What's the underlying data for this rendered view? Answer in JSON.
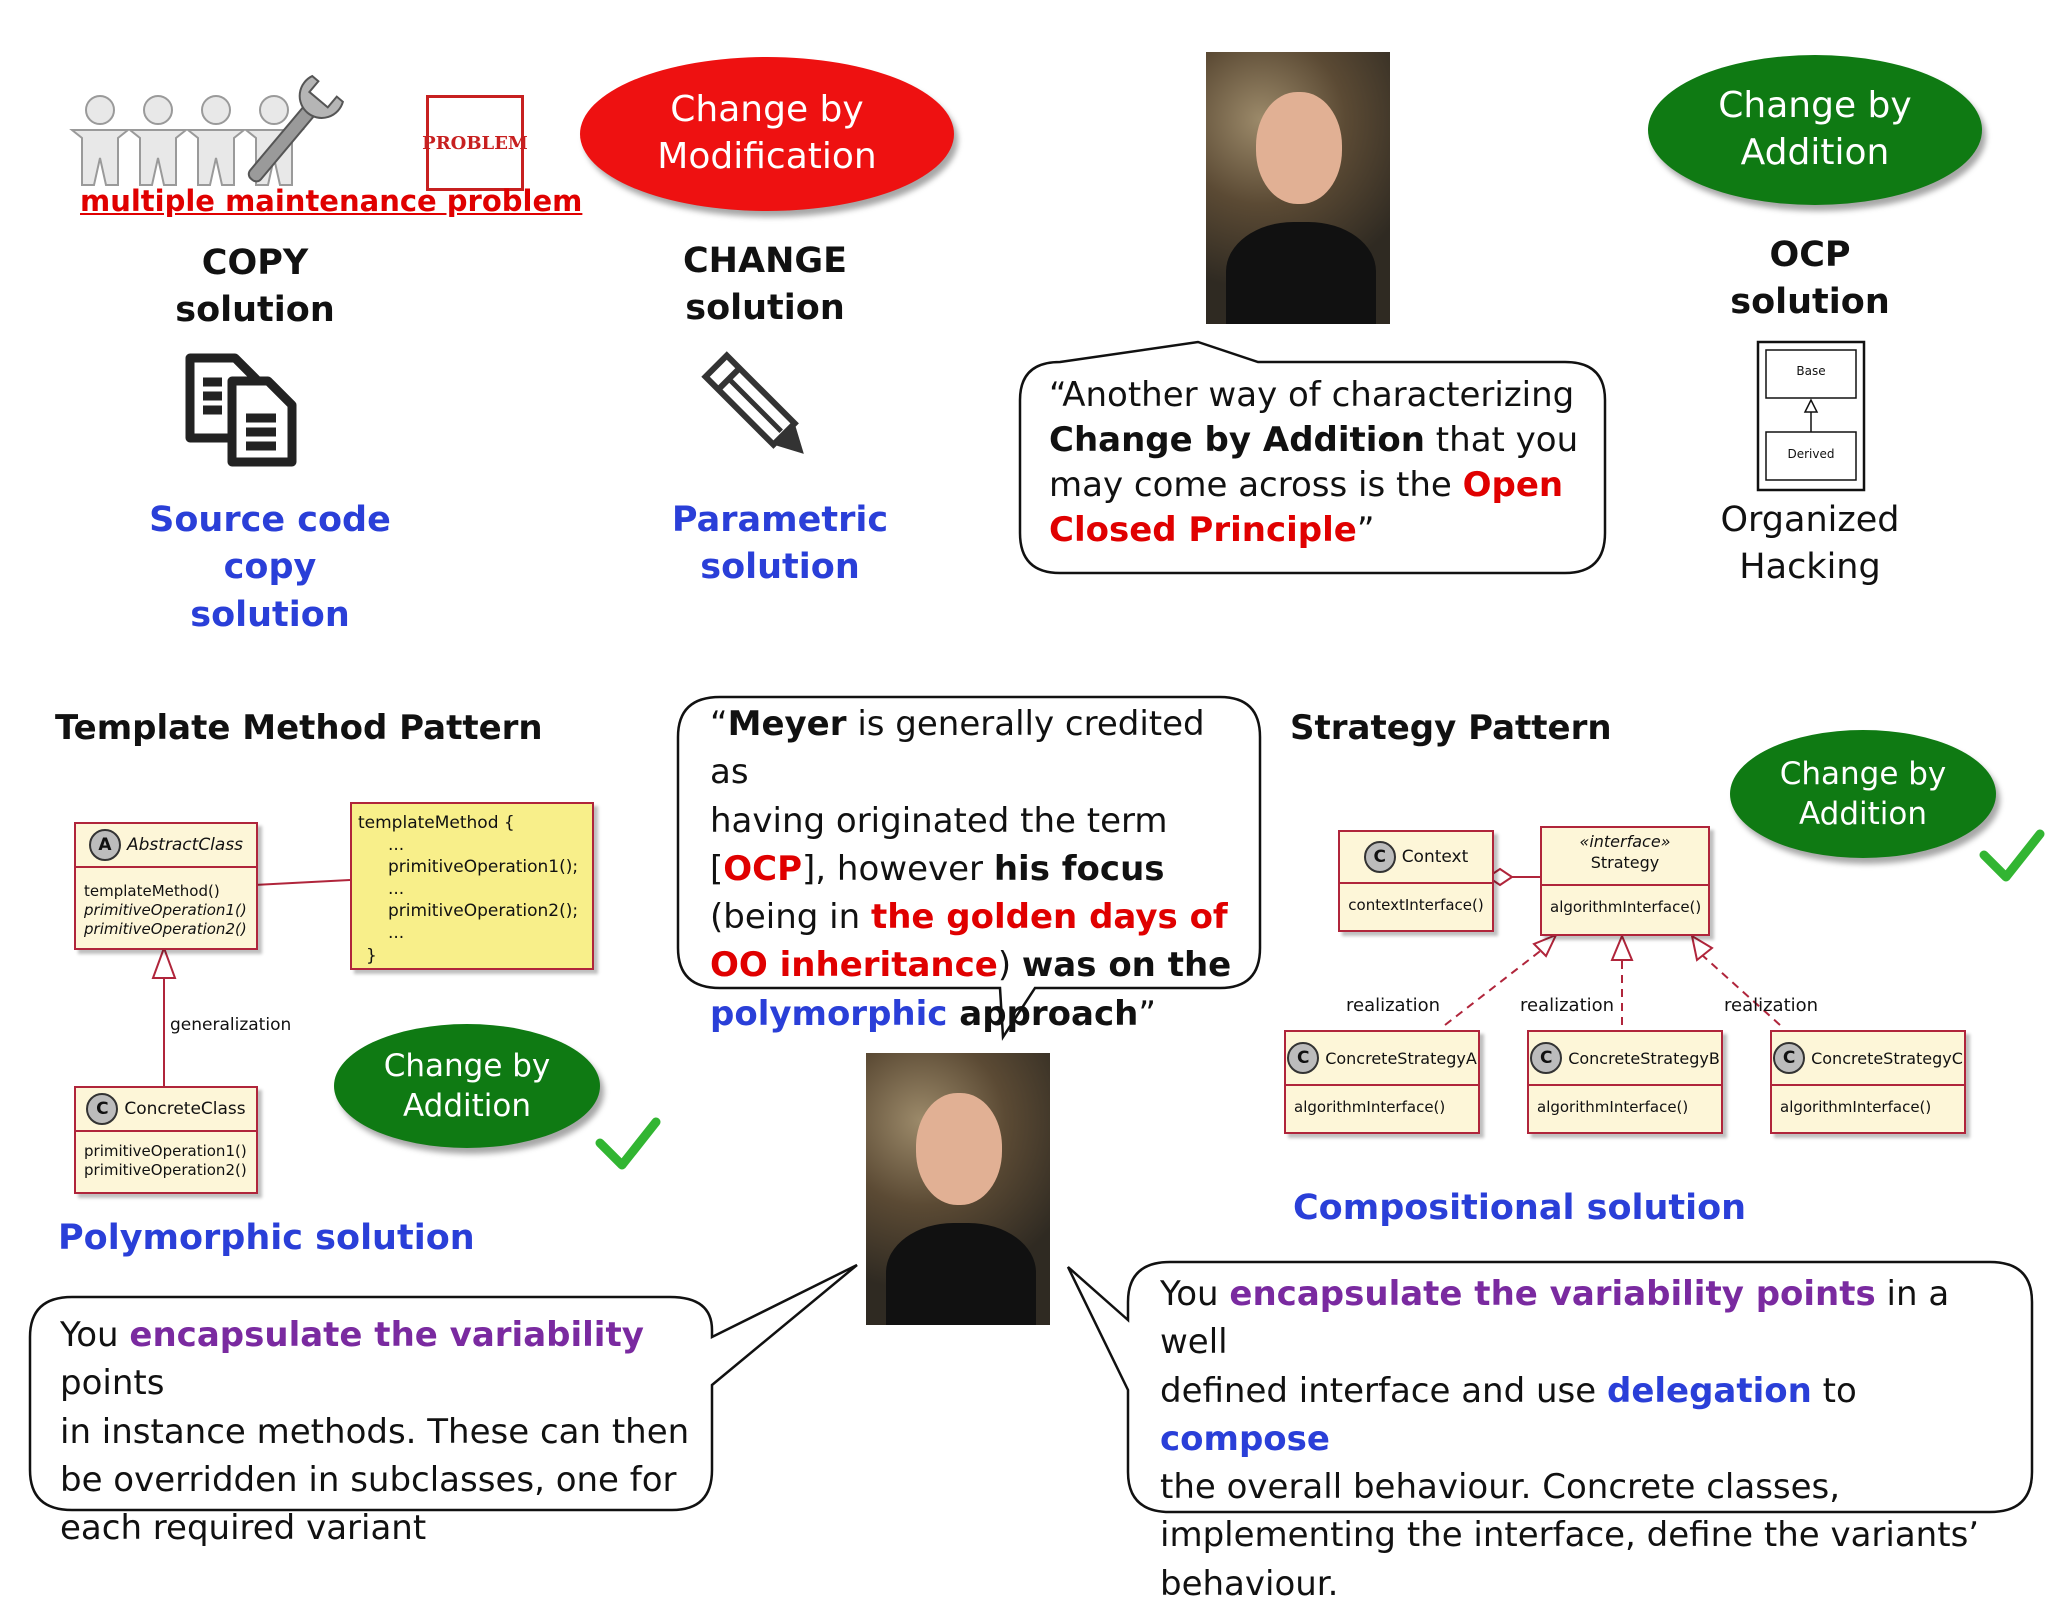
{
  "top": {
    "copy": {
      "problem_caption": "multiple maintenance problem",
      "problem_sign": "PROBLEM",
      "title_line1": "COPY",
      "title_line2": "solution",
      "label_line1": "Source code copy",
      "label_line2": "solution",
      "icon": "copy-documents-icon"
    },
    "change": {
      "ellipse_line1": "Change by",
      "ellipse_line2": "Modification",
      "title_line1": "CHANGE",
      "title_line2": "solution",
      "label_line1": "Parametric",
      "label_line2": "solution",
      "icon": "pencil-icon"
    },
    "quote_ocp": {
      "part1": "“Another way of characterizing",
      "part2_bold": "Change by Addition",
      "part3": " that you",
      "part4": "may come across is the ",
      "part5_red": "Open",
      "part6_red": "Closed Principle",
      "part7": "”"
    },
    "ocp": {
      "ellipse_line1": "Change by",
      "ellipse_line2": "Addition",
      "title_line1": "OCP",
      "title_line2": "solution",
      "base_label": "Base",
      "derived_label": "Derived",
      "label_line1": "Organized",
      "label_line2": "Hacking"
    }
  },
  "bottom": {
    "template": {
      "heading": "Template Method Pattern",
      "abstract_class": "AbstractClass",
      "abstract_ops": [
        "templateMethod()",
        "primitiveOperation1()",
        "primitiveOperation2()"
      ],
      "note_lines": [
        "templateMethod {",
        "...",
        "primitiveOperation1();",
        "...",
        "primitiveOperation2();",
        "...",
        "}"
      ],
      "generalization": "generalization",
      "concrete_class": "ConcreteClass",
      "concrete_ops": [
        "primitiveOperation1()",
        "primitiveOperation2()"
      ],
      "ellipse_line1": "Change by",
      "ellipse_line2": "Addition",
      "solution": "Polymorphic solution",
      "bubble": {
        "p1": "You ",
        "p2_purple": "encapsulate the variability",
        "p3": " points",
        "line2": "in instance methods. These can then",
        "line3": "be overridden in subclasses, one for",
        "line4": "each required variant"
      }
    },
    "meyer_quote": {
      "p1": "“",
      "p2_bold": "Meyer",
      "p3": " is generally credited as",
      "line2": "having originated the term",
      "l3a": "[",
      "l3b_red": "OCP",
      "l3c": "], however ",
      "l3d_bold": "his focus",
      "l4a": "(being in ",
      "l4b_red": "the golden days of",
      "l5a_red": "OO inheritance",
      "l5b": ") ",
      "l5c_bold": "was on the",
      "l6a_blue": "polymorphic",
      "l6b_bold": " approach",
      "l6c": "”"
    },
    "strategy": {
      "heading": "Strategy Pattern",
      "context_class": "Context",
      "context_op": "contextInterface()",
      "interface_stereotype": "«interface»",
      "interface_name": "Strategy",
      "interface_op": "algorithmInterface()",
      "realization_label": "realization",
      "concrete": [
        "ConcreteStrategyA",
        "ConcreteStrategyB",
        "ConcreteStrategyC"
      ],
      "concrete_op": "algorithmInterface()",
      "ellipse_line1": "Change by",
      "ellipse_line2": "Addition",
      "solution": "Compositional solution",
      "bubble": {
        "p1": "You ",
        "p2_purple": "encapsulate the variability points",
        "p3": " in a well",
        "l2a": "defined interface and use ",
        "l2b_blue": "delegation",
        "l2c": " to ",
        "l2d_blue": "compose",
        "line3": "the overall behaviour. Concrete classes,",
        "line4": "implementing the interface, define the variants’",
        "line5": "behaviour."
      }
    }
  },
  "colors": {
    "red_ellipse": "#ee1111",
    "green_ellipse": "#0f7a13",
    "label_blue": "#2a3fd8",
    "emphasis_red": "#e00000",
    "emphasis_purple": "#7a2aa0",
    "uml_border": "#b0253b",
    "uml_fill": "#fdf6d8",
    "note_fill": "#f8ef8a"
  }
}
